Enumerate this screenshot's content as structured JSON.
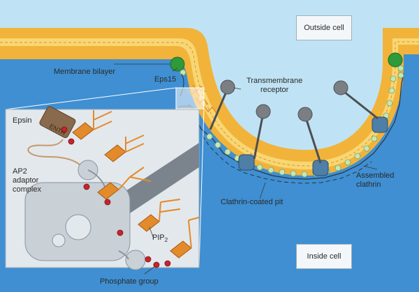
{
  "labels": {
    "outside_cell": "Outside cell",
    "inside_cell": "Inside cell",
    "membrane_bilayer": "Membrane bilayer",
    "eps15": "Eps15",
    "transmembrane_receptor_line1": "Transmembrane",
    "transmembrane_receptor_line2": "receptor",
    "epsin": "Epsin",
    "enth": "ENTH",
    "ap2_line1": "AP2",
    "ap2_line2": "adaptor",
    "ap2_line3": "complex",
    "pip2": "PIP",
    "pip2_subscript": "2",
    "clathrin_coated_pit": "Clathrin-coated pit",
    "assembled_clathrin_line1": "Assembled",
    "assembled_clathrin_line2": "clathrin",
    "phosphate_group": "Phosphate group"
  },
  "colors": {
    "background": "#bfe3f4",
    "cytoplasm_blue": "#3f8fd2",
    "membrane_orange": "#f2b33a",
    "membrane_yellow": "#f7d774",
    "inset_panel": "#e3e8ec",
    "adaptor_blue": "#4d7fa8",
    "clathrin_green": "#c8e6b4",
    "eps15_green": "#2e9a3a",
    "lipid_orange": "#e38a2a",
    "phosphate_red": "#c8242b",
    "receptor_grey": "#7b7f84"
  }
}
